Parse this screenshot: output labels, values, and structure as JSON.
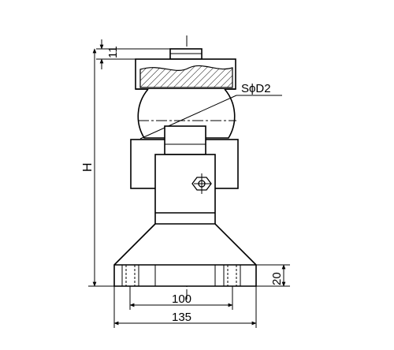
{
  "drawing": {
    "dimensions": {
      "top_thickness": "11",
      "overall_height": "H",
      "ball_diameter": "SϕD2",
      "base_thickness": "20",
      "bolt_spacing": "100",
      "base_width": "135"
    }
  }
}
